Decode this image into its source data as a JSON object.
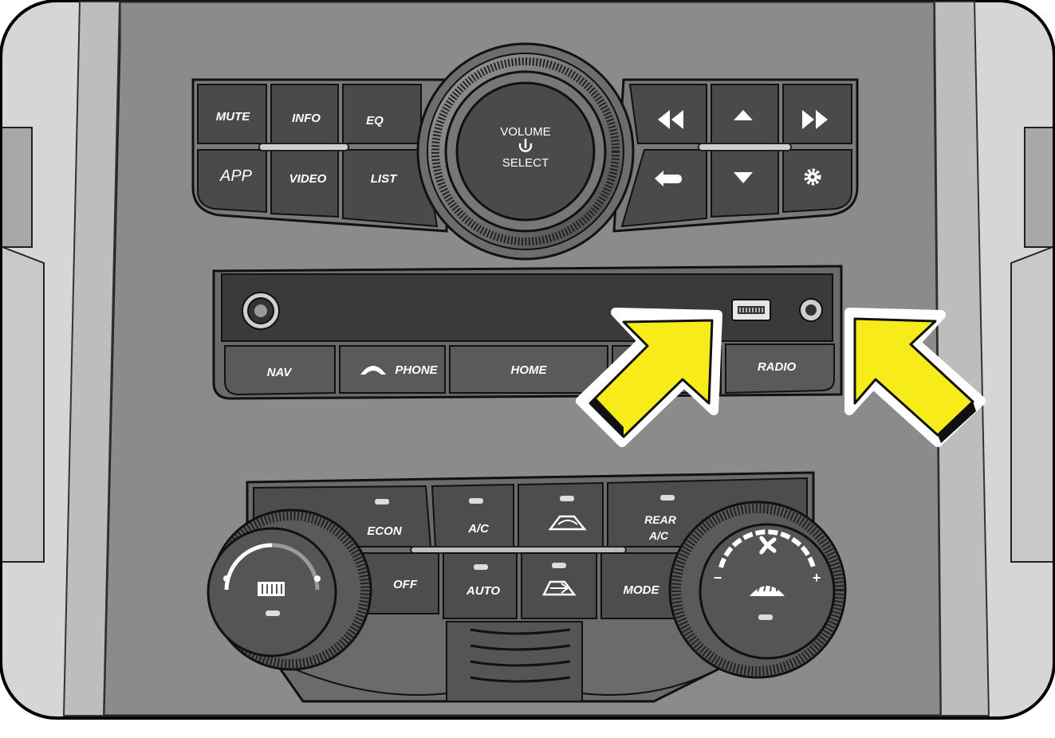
{
  "head_unit": {
    "left_buttons": {
      "mute": "MUTE",
      "info": "INFO",
      "eq": "EQ",
      "app": "APP",
      "video": "VIDEO",
      "list": "LIST"
    },
    "knob": {
      "line1": "VOLUME",
      "line2": "SELECT",
      "power_icon": "power-icon"
    },
    "right_buttons": {
      "rewind_icon": "rewind-icon",
      "up_icon": "up-arrow-icon",
      "forward_icon": "fast-forward-icon",
      "back_icon": "back-icon",
      "down_icon": "down-arrow-icon",
      "settings_icon": "gear-icon"
    }
  },
  "media_bar": {
    "ports": [
      "aux-jack",
      "usb-port",
      "aux-port"
    ],
    "buttons": {
      "nav": "NAV",
      "phone": "PHONE",
      "home": "HOME",
      "radio": "RADIO"
    }
  },
  "climate": {
    "top_row": {
      "econ": "ECON",
      "ac": "A/C",
      "recirc_icon": "recirculation-icon",
      "rear_ac_line1": "REAR",
      "rear_ac_line2": "A/C"
    },
    "bottom_row": {
      "off": "OFF",
      "auto": "AUTO",
      "fresh_air_icon": "fresh-air-icon",
      "mode": "MODE"
    },
    "left_knob": {
      "icon": "rear-defrost-icon"
    },
    "right_knob": {
      "icon": "front-defrost-icon",
      "fan_icon": "fan-icon",
      "minus": "−",
      "plus": "+"
    }
  },
  "callouts": {
    "arrow_color": "#f7ec1a",
    "count": 2
  }
}
